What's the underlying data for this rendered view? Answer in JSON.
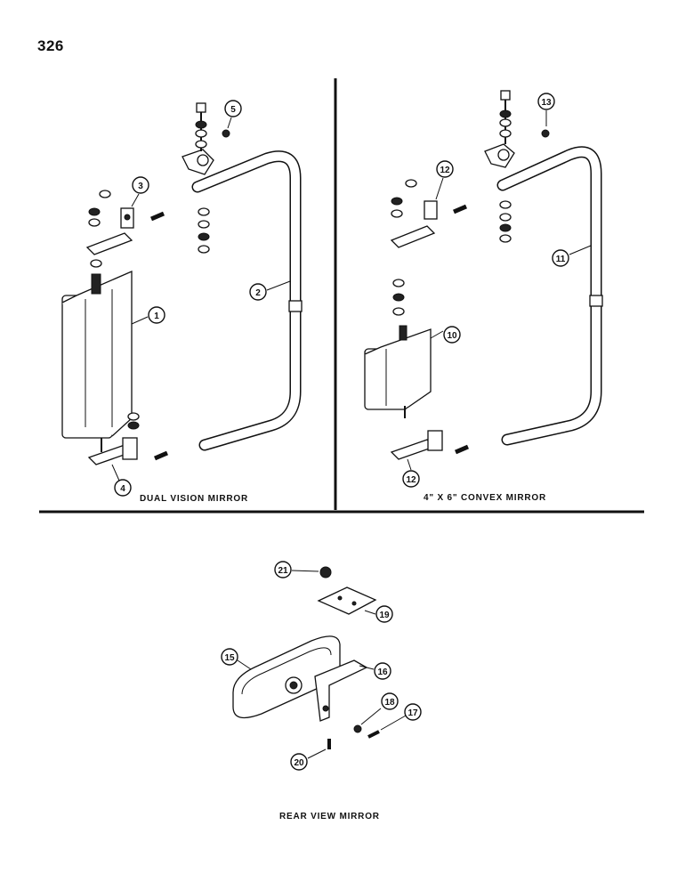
{
  "page_number": "326",
  "sections": {
    "dual_vision": {
      "title": "DUAL VISION MIRROR"
    },
    "convex": {
      "title": "4\" X 6\" CONVEX MIRROR"
    },
    "rear_view": {
      "title": "REAR VIEW MIRROR"
    }
  },
  "callouts": {
    "c1": "1",
    "c2": "2",
    "c3": "3",
    "c4": "4",
    "c5": "5",
    "c10": "10",
    "c11": "11",
    "c12a": "12",
    "c12b": "12",
    "c13": "13",
    "c15": "15",
    "c16": "16",
    "c17": "17",
    "c18": "18",
    "c19": "19",
    "c20": "20",
    "c21": "21"
  },
  "colors": {
    "ink": "#111111",
    "paper": "#ffffff"
  }
}
